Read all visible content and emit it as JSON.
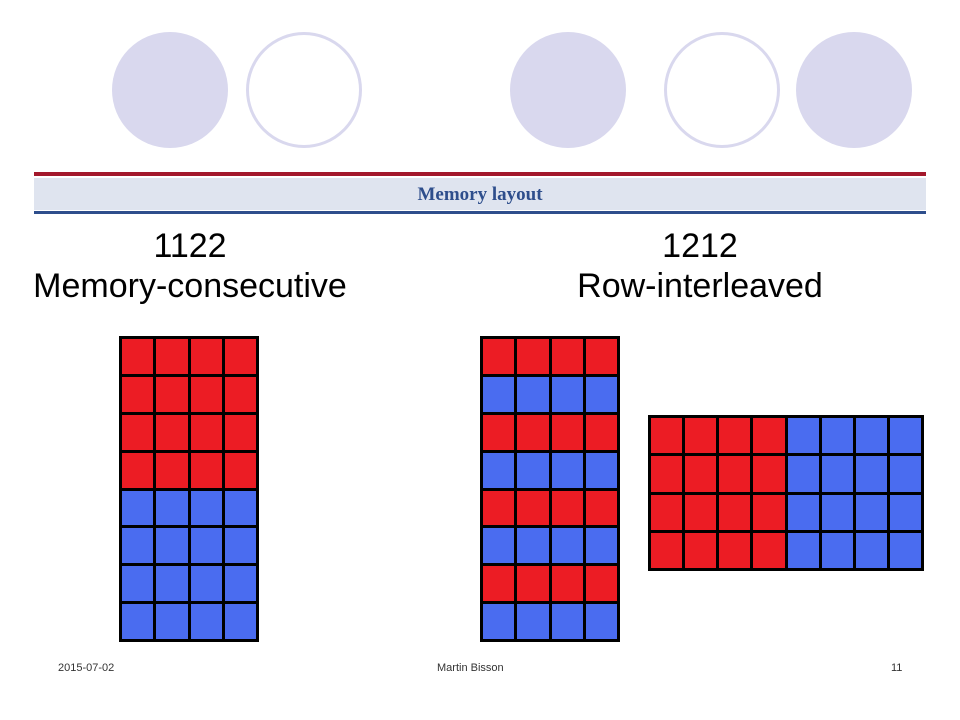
{
  "slide": {
    "title": "Memory layout",
    "left_heading": {
      "code": "1122",
      "label": "Memory-consecutive"
    },
    "right_heading": {
      "code": "1212",
      "label": "Row-interleaved"
    }
  },
  "colors": {
    "red": "#ec1c24",
    "blue": "#4a6cf0",
    "title_text": "#2e4e8c",
    "accent_rule": "#a3182c",
    "decor_circle": "#d9d8ee"
  },
  "grids": {
    "consecutive": {
      "rows": [
        "r",
        "r",
        "r",
        "r",
        "b",
        "b",
        "b",
        "b"
      ],
      "cols": 4
    },
    "interleaved": {
      "rows": [
        "r",
        "b",
        "r",
        "b",
        "r",
        "b",
        "r",
        "b"
      ],
      "cols": 4
    },
    "wide": {
      "rows": 4,
      "pattern": [
        "r",
        "r",
        "r",
        "r",
        "b",
        "b",
        "b",
        "b"
      ]
    }
  },
  "footer": {
    "date": "2015-07-02",
    "author": "Martin Bisson",
    "page": "11"
  }
}
